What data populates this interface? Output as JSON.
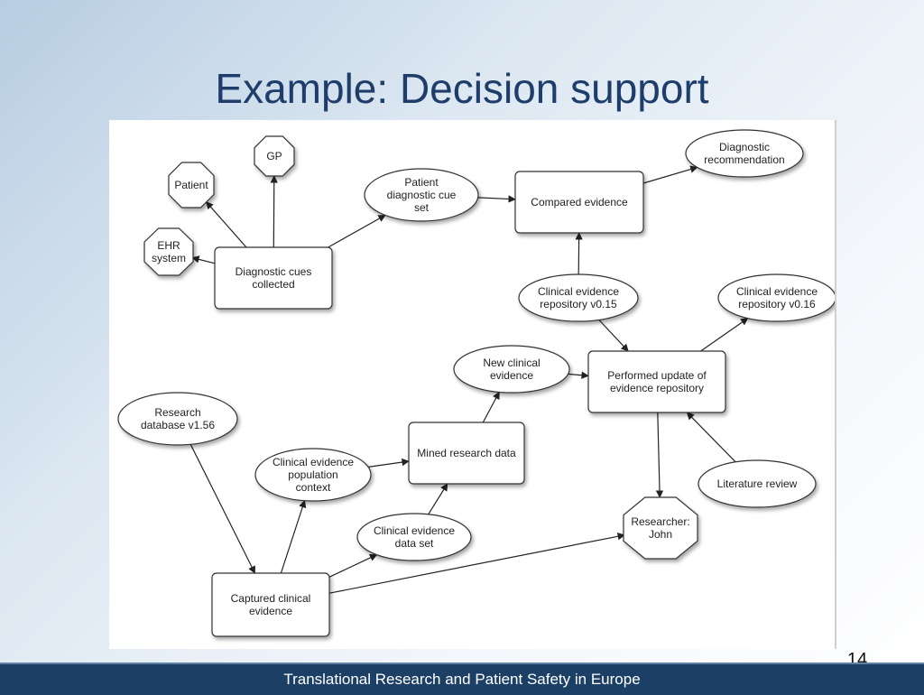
{
  "slide": {
    "title": "Example: Decision support",
    "page_number": "14",
    "footer": "Translational Research and Patient Safety in Europe"
  },
  "diagram": {
    "nodes": [
      {
        "id": "gp",
        "shape": "octagon",
        "lines": [
          "GP"
        ]
      },
      {
        "id": "patient",
        "shape": "octagon",
        "lines": [
          "Patient"
        ]
      },
      {
        "id": "ehr",
        "shape": "octagon",
        "lines": [
          "EHR",
          "system"
        ]
      },
      {
        "id": "diag_cues",
        "shape": "rect",
        "lines": [
          "Diagnostic cues",
          "collected"
        ]
      },
      {
        "id": "cue_set",
        "shape": "ellipse",
        "lines": [
          "Patient",
          "diagnostic cue",
          "set"
        ]
      },
      {
        "id": "compared",
        "shape": "rect",
        "lines": [
          "Compared evidence"
        ]
      },
      {
        "id": "diag_rec",
        "shape": "ellipse",
        "lines": [
          "Diagnostic",
          "recommendation"
        ]
      },
      {
        "id": "repo015",
        "shape": "ellipse",
        "lines": [
          "Clinical evidence",
          "repository v0.15"
        ]
      },
      {
        "id": "repo016",
        "shape": "ellipse",
        "lines": [
          "Clinical evidence",
          "repository v0.16"
        ]
      },
      {
        "id": "new_evidence",
        "shape": "ellipse",
        "lines": [
          "New clinical",
          "evidence"
        ]
      },
      {
        "id": "update",
        "shape": "rect",
        "lines": [
          "Performed update of",
          "evidence repository"
        ]
      },
      {
        "id": "research_db",
        "shape": "ellipse",
        "lines": [
          "Research",
          "database v1.56"
        ]
      },
      {
        "id": "mined",
        "shape": "rect",
        "lines": [
          "Mined research data"
        ]
      },
      {
        "id": "pop_context",
        "shape": "ellipse",
        "lines": [
          "Clinical evidence",
          "population",
          "context"
        ]
      },
      {
        "id": "lit_review",
        "shape": "ellipse",
        "lines": [
          "Literature review"
        ]
      },
      {
        "id": "john",
        "shape": "octagon",
        "lines": [
          "Researcher:",
          "John"
        ]
      },
      {
        "id": "data_set",
        "shape": "ellipse",
        "lines": [
          "Clinical evidence",
          "data set"
        ]
      },
      {
        "id": "captured",
        "shape": "rect",
        "lines": [
          "Captured clinical",
          "evidence"
        ]
      }
    ],
    "edges": [
      {
        "from": "diag_cues",
        "to": "gp"
      },
      {
        "from": "diag_cues",
        "to": "patient"
      },
      {
        "from": "diag_cues",
        "to": "ehr"
      },
      {
        "from": "diag_cues",
        "to": "cue_set"
      },
      {
        "from": "cue_set",
        "to": "compared"
      },
      {
        "from": "compared",
        "to": "diag_rec"
      },
      {
        "from": "repo015",
        "to": "compared"
      },
      {
        "from": "repo015",
        "to": "update"
      },
      {
        "from": "update",
        "to": "repo016"
      },
      {
        "from": "new_evidence",
        "to": "update"
      },
      {
        "from": "mined",
        "to": "new_evidence"
      },
      {
        "from": "pop_context",
        "to": "mined"
      },
      {
        "from": "data_set",
        "to": "mined"
      },
      {
        "from": "research_db",
        "to": "captured"
      },
      {
        "from": "captured",
        "to": "pop_context"
      },
      {
        "from": "captured",
        "to": "data_set"
      },
      {
        "from": "captured",
        "to": "john"
      },
      {
        "from": "update",
        "to": "john"
      },
      {
        "from": "lit_review",
        "to": "update"
      }
    ]
  }
}
